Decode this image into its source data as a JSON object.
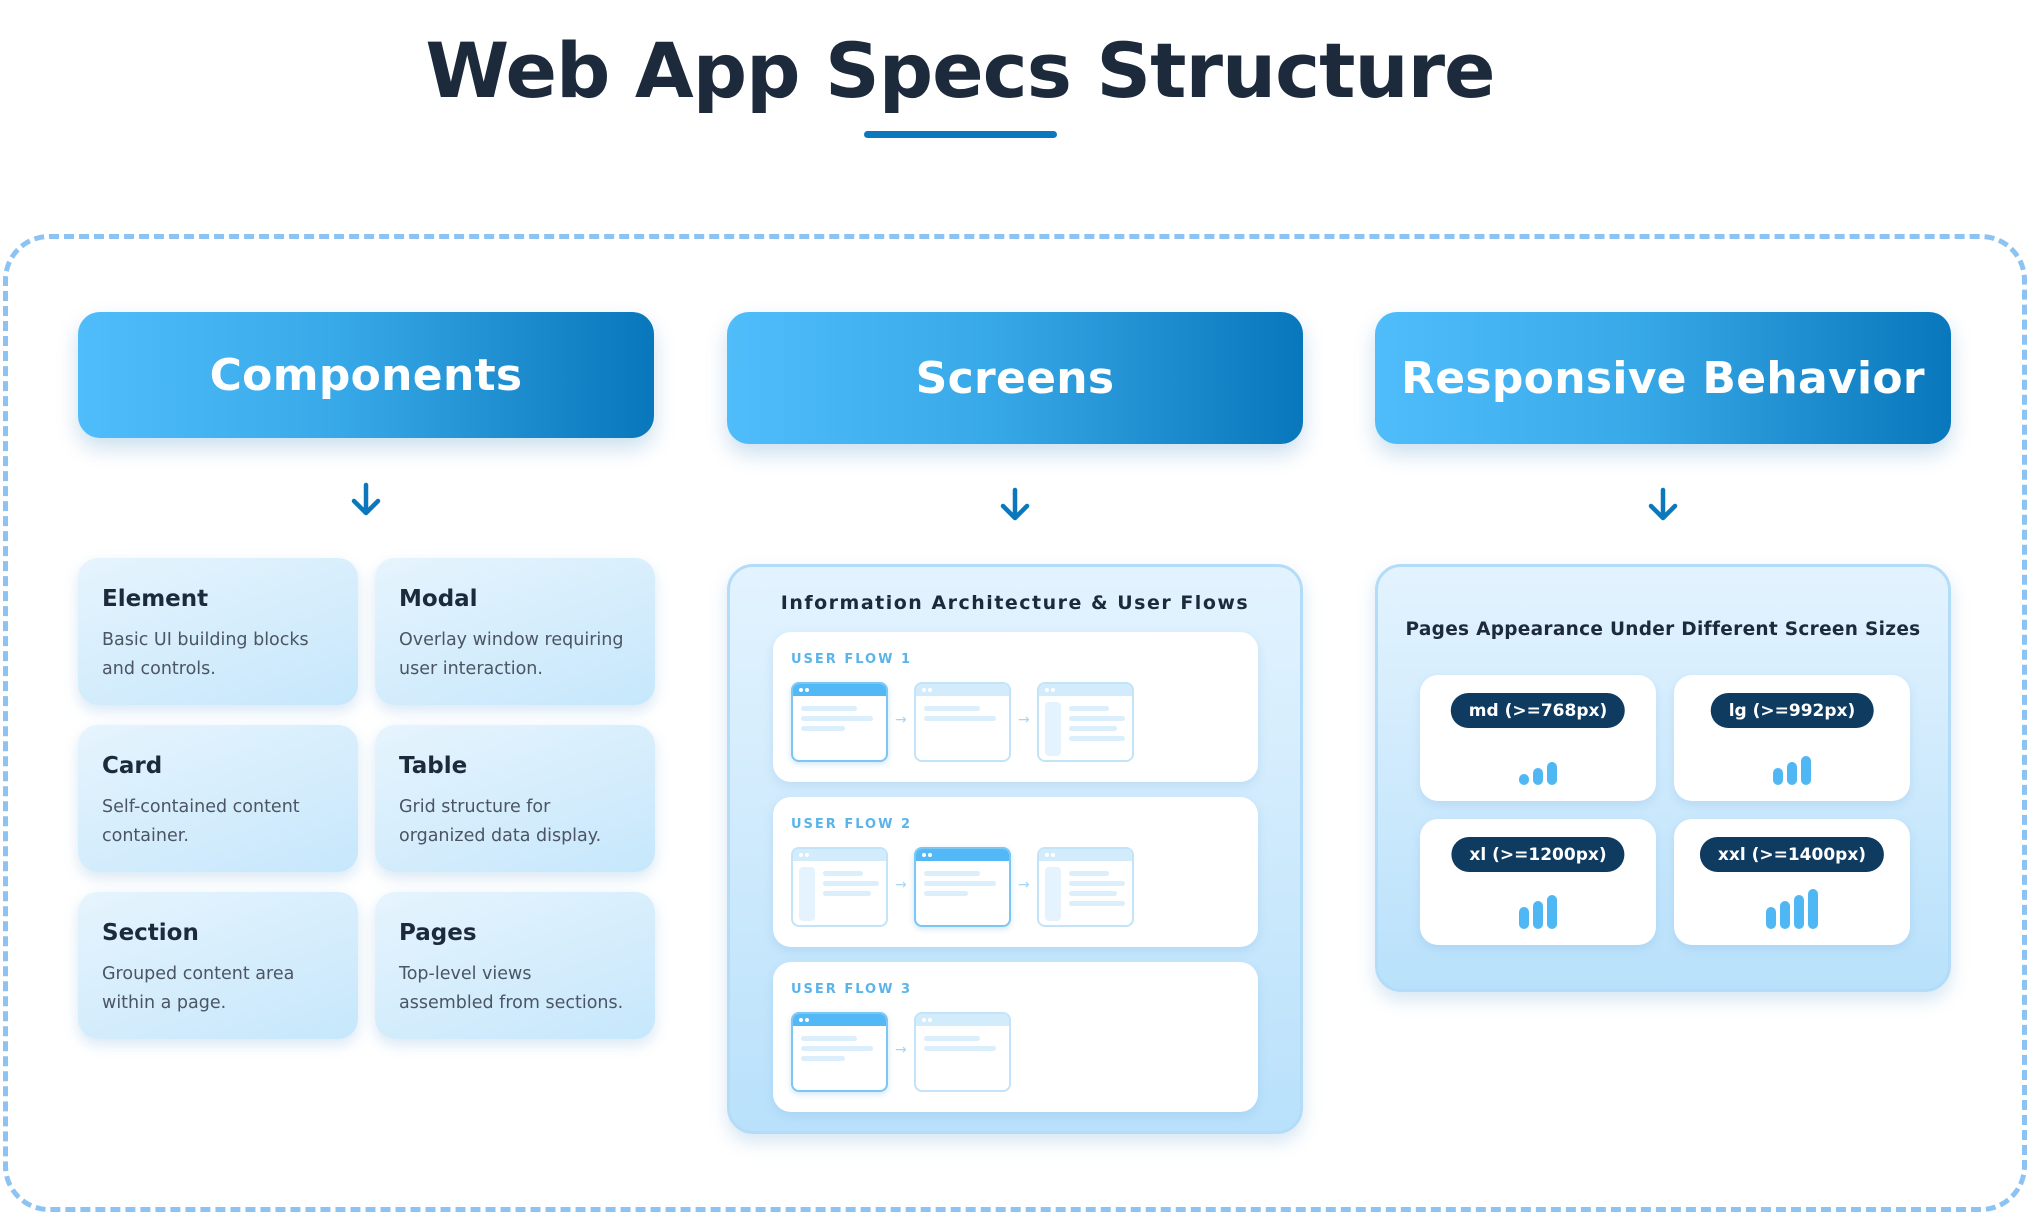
{
  "title": "Web App Specs Structure",
  "columns": {
    "components": {
      "header": "Components",
      "cards": [
        {
          "title": "Element",
          "desc_line1": "Basic UI building blocks",
          "desc_line2": "and controls."
        },
        {
          "title": "Modal",
          "desc_line1": "Overlay window requiring",
          "desc_line2": "user interaction."
        },
        {
          "title": "Card",
          "desc_line1": "Self-contained content",
          "desc_line2": "container."
        },
        {
          "title": "Table",
          "desc_line1": "Grid structure for",
          "desc_line2": "organized data display."
        },
        {
          "title": "Section",
          "desc_line1": "Grouped content area",
          "desc_line2": "within a page."
        },
        {
          "title": "Pages",
          "desc_line1": "Top-level views",
          "desc_line2": "assembled from sections."
        }
      ]
    },
    "screens": {
      "header": "Screens",
      "panel_title": "Information Architecture & User Flows",
      "flows": [
        {
          "label": "USER FLOW 1"
        },
        {
          "label": "USER FLOW 2"
        },
        {
          "label": "USER FLOW 3"
        }
      ]
    },
    "responsive": {
      "header": "Responsive Behavior",
      "panel_title": "Pages Appearance Under Different Screen Sizes",
      "breakpoints": [
        {
          "label": "md (>=768px)",
          "bars": 3
        },
        {
          "label": "lg (>=992px)",
          "bars": 3
        },
        {
          "label": "xl (>=1200px)",
          "bars": 3
        },
        {
          "label": "xxl (>=1400px)",
          "bars": 4
        }
      ]
    }
  },
  "colors": {
    "title": "#1c2a3c",
    "accent": "#0b78bd",
    "header_gradient_start": "#50bdfb",
    "header_gradient_end": "#0877bb",
    "frame_dash": "#8cc3f2",
    "pill": "#0f3b61",
    "bar": "#4fb7f3"
  },
  "icons": {
    "column_arrow": "arrow-down-icon",
    "flow_arrow": "arrow-right-icon"
  }
}
